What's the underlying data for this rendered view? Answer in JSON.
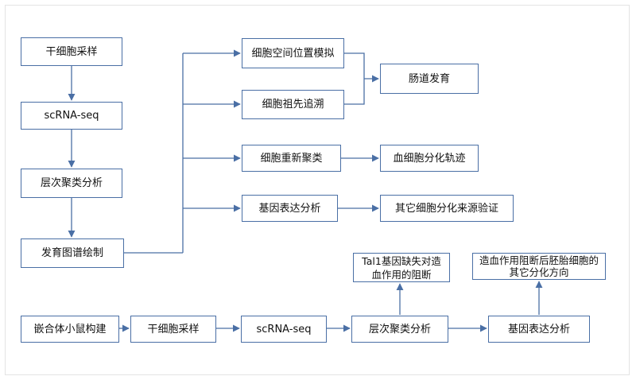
{
  "diagram": {
    "colors": {
      "border": "#4a6fa5",
      "line": "#4a6fa5",
      "text": "#111111"
    },
    "nodes": {
      "n1": "干细胞采样",
      "n2": "scRNA-seq",
      "n3": "层次聚类分析",
      "n4": "发育图谱绘制",
      "b1": "细胞空间位置模拟",
      "b2": "细胞祖先追溯",
      "b3": "细胞重新聚类",
      "b4": "基因表达分析",
      "r1": "肠道发育",
      "r3": "血细胞分化轨迹",
      "r4": "其它细胞分化来源验证",
      "c1": "嵌合体小鼠构建",
      "c2": "干细胞采样",
      "c3": "scRNA-seq",
      "c4": "层次聚类分析",
      "c5": "基因表达分析",
      "t4": "Tal1基因缺失对造血作用的阻断",
      "t5": "造血作用阻断后胚胎细胞的其它分化方向"
    }
  }
}
